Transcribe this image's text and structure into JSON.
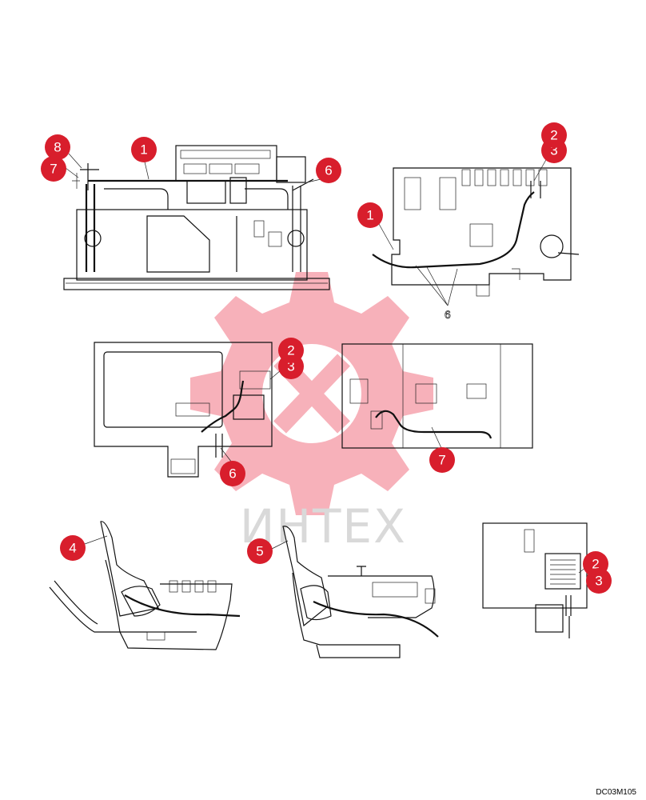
{
  "watermark": {
    "text": "ИНТЕХ",
    "color": "#e8112d"
  },
  "callout_color": "#d81e2c",
  "callouts": [
    {
      "id": "c1a",
      "label": "1"
    },
    {
      "id": "c8",
      "label": "8"
    },
    {
      "id": "c7a",
      "label": "7"
    },
    {
      "id": "c6a",
      "label": "6"
    },
    {
      "id": "c2a",
      "label": "2"
    },
    {
      "id": "c3a",
      "label": "3"
    },
    {
      "id": "c1b",
      "label": "1"
    },
    {
      "id": "c2b",
      "label": "2"
    },
    {
      "id": "c3b",
      "label": "3"
    },
    {
      "id": "c6b",
      "label": "6"
    },
    {
      "id": "c7b",
      "label": "7"
    },
    {
      "id": "c4",
      "label": "4"
    },
    {
      "id": "c5",
      "label": "5"
    },
    {
      "id": "c2c",
      "label": "2"
    },
    {
      "id": "c3c",
      "label": "3"
    }
  ],
  "plain_label_6": "6",
  "drawing_code": "DC03M105"
}
